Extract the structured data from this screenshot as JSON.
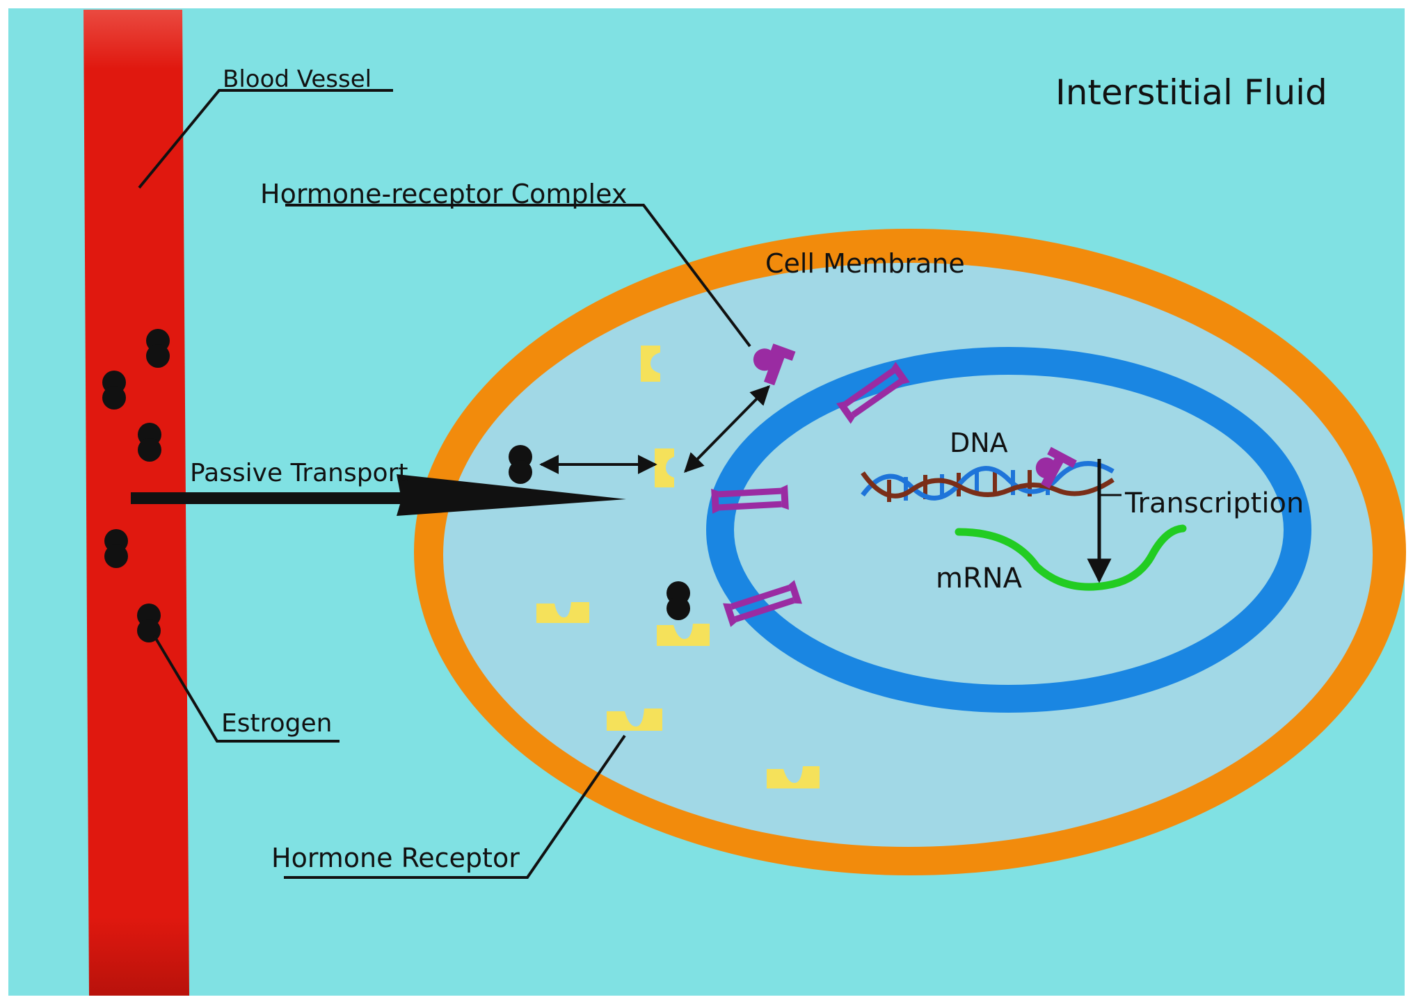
{
  "labels": {
    "blood_vessel": "Blood Vessel",
    "interstitial_fluid": "Interstitial Fluid",
    "hormone_receptor_complex": "Hormone-receptor Complex",
    "cell_membrane": "Cell Membrane",
    "dna": "DNA",
    "passive_transport": "Passive Transport",
    "transcription": "Transcription",
    "mrna": "mRNA",
    "estrogen": "Estrogen",
    "hormone_receptor": "Hormone Receptor"
  },
  "colors": {
    "interstitial_fluid": "#80E1E3",
    "blood_vessel": "#E0180F",
    "cell_membrane": "#F28B0C",
    "cytoplasm": "#A1D8E6",
    "nuclear_envelope": "#1A86E2",
    "nuclear_pore": "#9A2BA2",
    "receptor": "#F5E15A",
    "estrogen": "#111111",
    "dna_strand_a": "#1E74D9",
    "dna_strand_b": "#7A2E18",
    "mrna": "#22CC22"
  }
}
